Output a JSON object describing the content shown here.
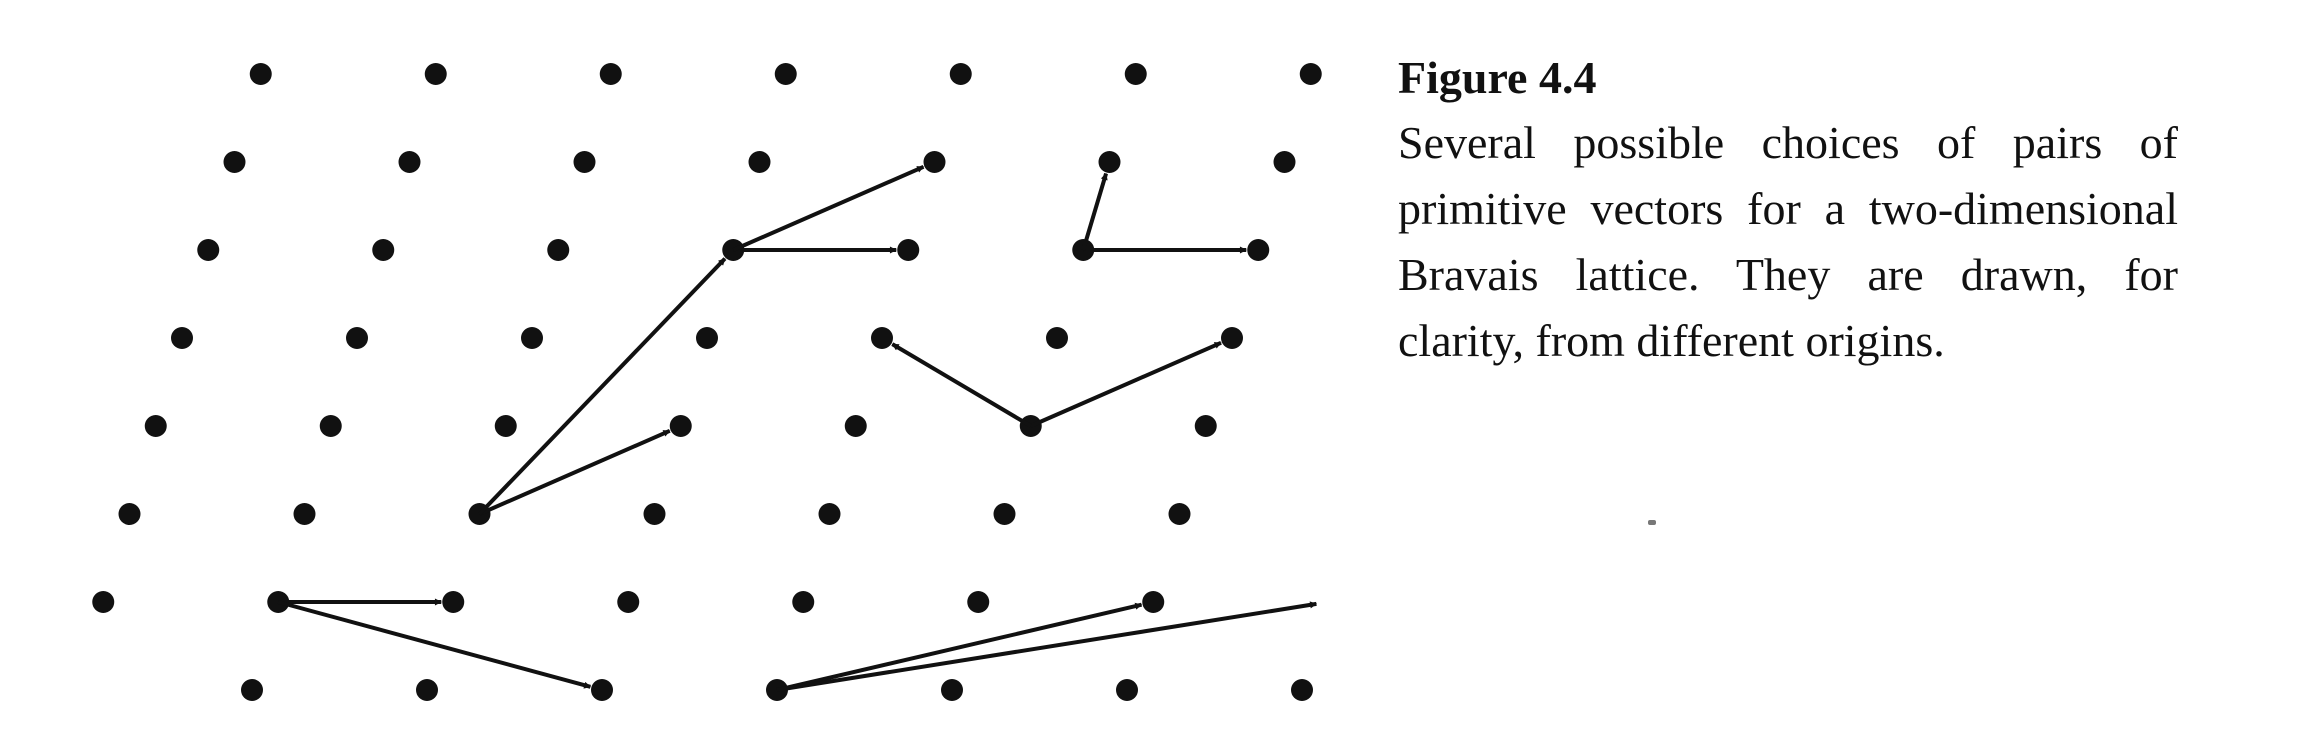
{
  "figure": {
    "title": "Figure 4.4",
    "caption": "Several possible choices of pairs of primitive vectors for a two-dimensional Bravais lattice. They are drawn, for clarity, from different origins."
  },
  "lattice": {
    "rows": 8,
    "columns": 7,
    "primitive_vector_a": [
      1,
      0
    ],
    "primitive_vector_b": [
      0.15,
      -1
    ],
    "vector_pairs": [
      {
        "origin": [
          2,
          5
        ],
        "a": [
          1,
          0
        ],
        "b": [
          1,
          1
        ]
      },
      {
        "origin": [
          4,
          5
        ],
        "a": [
          1,
          0
        ],
        "b": [
          0,
          1
        ]
      },
      {
        "origin": [
          1,
          2
        ],
        "a": [
          1,
          1
        ],
        "b": [
          1,
          3
        ]
      },
      {
        "origin": [
          4,
          3
        ],
        "a": [
          1,
          1
        ],
        "b": [
          -1,
          1
        ]
      },
      {
        "origin": [
          0,
          1
        ],
        "a": [
          1,
          0
        ],
        "b": [
          2,
          -1
        ]
      },
      {
        "origin": [
          3,
          0
        ],
        "a": [
          2,
          1
        ],
        "b": [
          3,
          1
        ]
      }
    ]
  },
  "colors": {
    "ink": "#111111",
    "background": "#ffffff"
  }
}
